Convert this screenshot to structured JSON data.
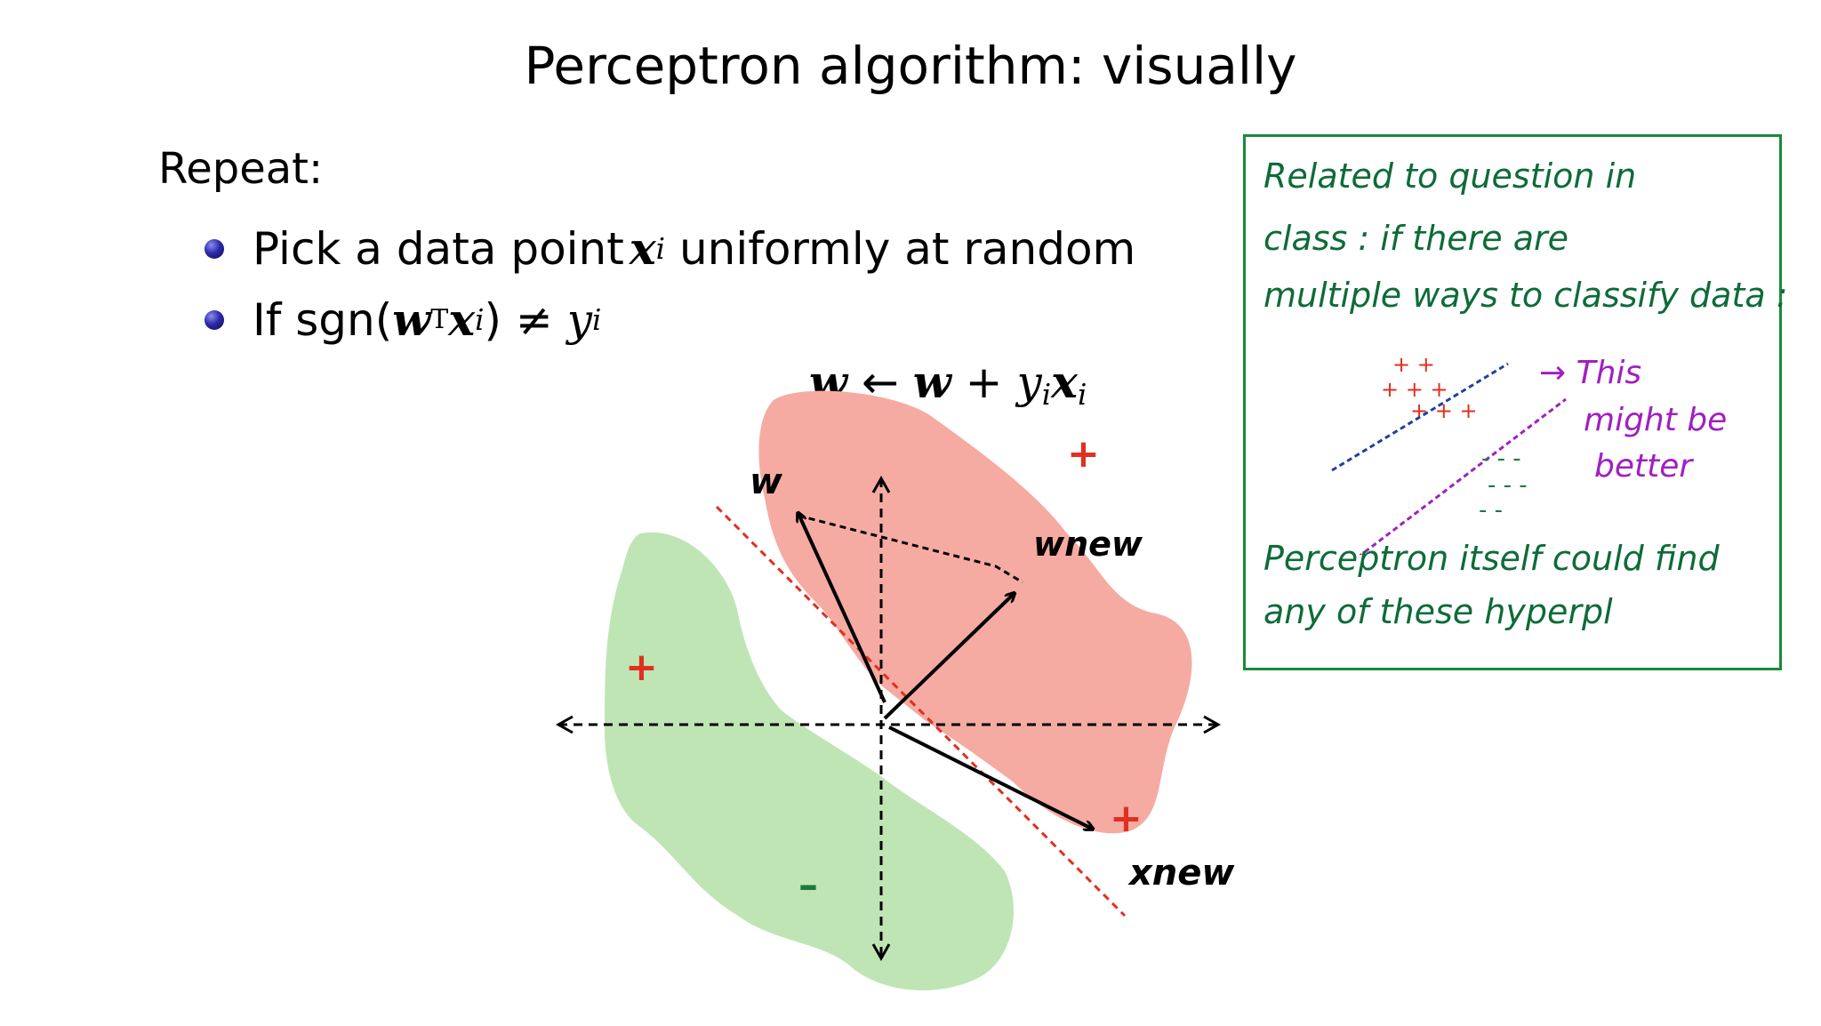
{
  "title": "Perceptron algorithm: visually",
  "intro": "Repeat:",
  "bullets": [
    {
      "text_before": "Pick a data point ",
      "var": "x",
      "var_sub": "i",
      "text_after": " uniformly at random"
    },
    {
      "text_before": "If sgn(",
      "w": "w",
      "w_sup": "T",
      "x": "x",
      "x_sub": "i",
      "text_after": ") ≠ ",
      "y": "y",
      "y_sub": "i"
    }
  ],
  "update_rule": {
    "lhs": "w",
    "arrow": " ← ",
    "rhs_w": "w",
    "plus": " + ",
    "y": "y",
    "y_sub": "i",
    "x": "x",
    "x_sub": "i"
  },
  "diagram_labels": {
    "w": "w",
    "w_new": "wnew",
    "x_new": "xnew",
    "plus": "+",
    "minus": "–"
  },
  "note": {
    "lines": [
      "Related  to  question  in",
      "class :  if  there  are",
      "multiple  ways  to  classify  data :"
    ],
    "purple_text": [
      "→ This",
      "might be",
      "better"
    ],
    "bottom_lines": [
      "Perceptron  itself  could  find",
      "any  of  these  hyperpl"
    ]
  },
  "colors": {
    "red_region": "#f5aba2",
    "green_region": "#bfe5b5",
    "red_mark": "#e03020",
    "green_mark": "#1a7a3a",
    "note_border": "#1a8a3a",
    "note_text": "#0e6b3a",
    "purple": "#a020c0",
    "blue_dashed": "#2040a0"
  }
}
